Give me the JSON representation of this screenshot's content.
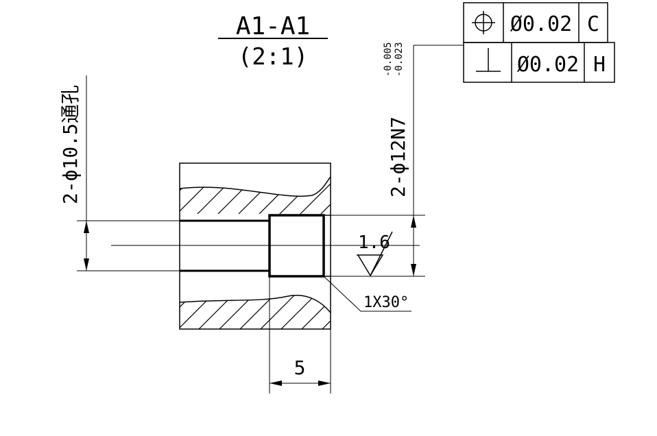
{
  "section": {
    "title": "A1-A1",
    "scale": "(2:1)"
  },
  "dimensions": {
    "through_hole": "2-ϕ10.5通孔",
    "counterbore_base": "2-ϕ12N7",
    "tol_upper": "-0.005",
    "tol_lower": "-0.023",
    "depth": "5",
    "chamfer": "1X30°",
    "roughness": "1.6"
  },
  "tolerance_frame": {
    "row1": {
      "symbol": "position-icon",
      "value": "Ø0.02",
      "datum": "C"
    },
    "row2": {
      "symbol": "perpendicularity-icon",
      "value": "Ø0.02",
      "datum": "H"
    }
  }
}
